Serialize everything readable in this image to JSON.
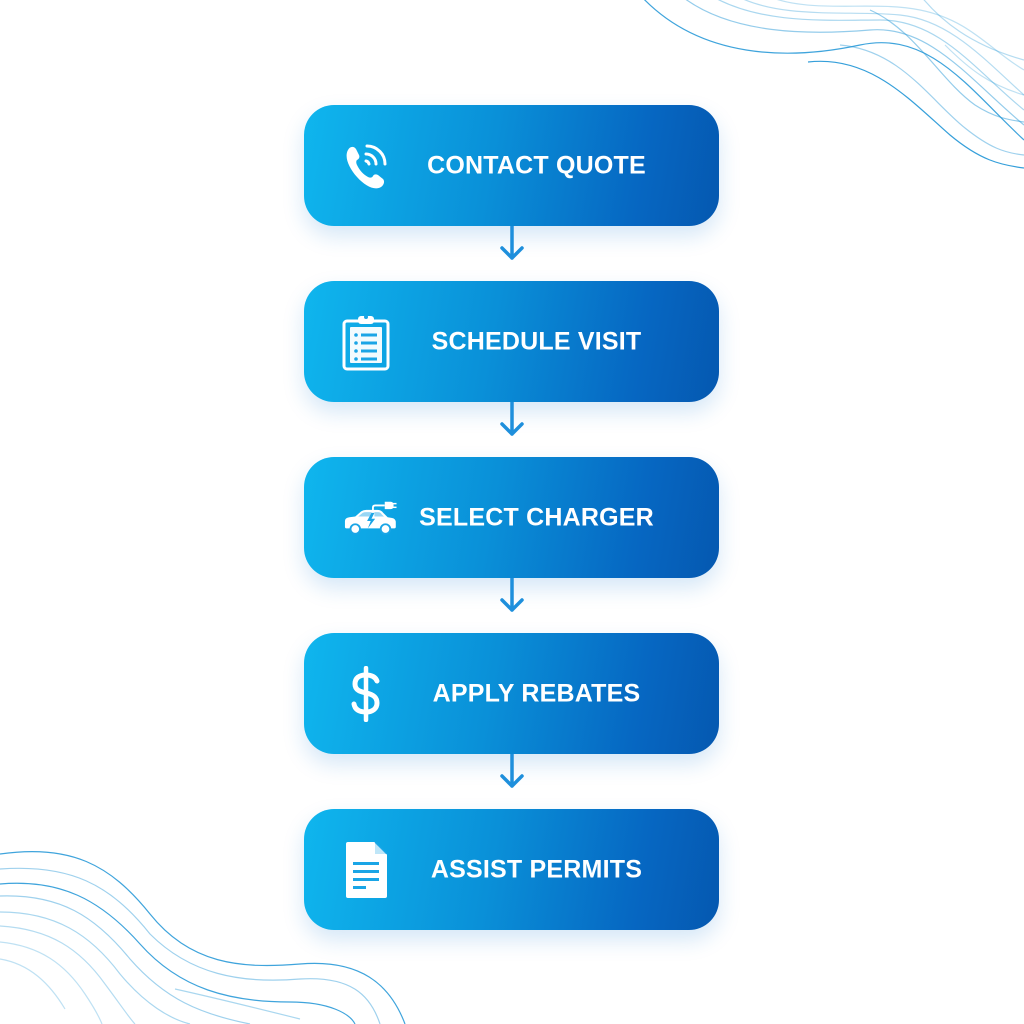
{
  "diagram": {
    "type": "vertical-process-flow",
    "colors": {
      "box_gradient_start": "#0fb6ee",
      "box_gradient_end": "#0558b0",
      "arrow": "#1e8fdc",
      "text": "#ffffff",
      "background": "#ffffff",
      "wave_lines": "#2a9ad8"
    },
    "steps": [
      {
        "label": "CONTACT QUOTE",
        "icon": "phone-ringing-icon"
      },
      {
        "label": "SCHEDULE VISIT",
        "icon": "clipboard-list-icon"
      },
      {
        "label": "SELECT CHARGER",
        "icon": "electric-car-plug-icon"
      },
      {
        "label": "APPLY REBATES",
        "icon": "dollar-sign-icon"
      },
      {
        "label": "ASSIST PERMITS",
        "icon": "document-icon"
      }
    ],
    "connectors": [
      {
        "from": "CONTACT QUOTE",
        "to": "SCHEDULE VISIT"
      },
      {
        "from": "SCHEDULE VISIT",
        "to": "SELECT CHARGER"
      },
      {
        "from": "SELECT CHARGER",
        "to": "APPLY REBATES"
      },
      {
        "from": "APPLY REBATES",
        "to": "ASSIST PERMITS"
      }
    ]
  }
}
